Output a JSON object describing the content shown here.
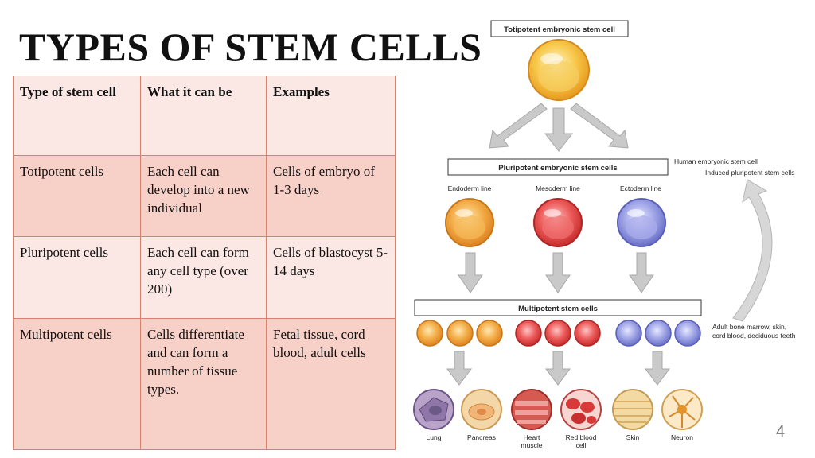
{
  "slide": {
    "title": "TYPES OF STEM CELLS",
    "number": "4"
  },
  "table": {
    "headers": [
      "Type of stem cell",
      "What it can be",
      "Examples"
    ],
    "rows": [
      [
        "Totipotent cells",
        "Each cell can develop into a new individual",
        "Cells of embryo of 1-3 days"
      ],
      [
        "Pluripotent cells",
        "Each cell can form any cell type (over 200)",
        "Cells of blastocyst 5-14 days"
      ],
      [
        "Multipotent cells",
        "Cells differentiate and can form a number of tissue types.",
        "Fetal tissue, cord blood, adult cells"
      ]
    ]
  },
  "diagram": {
    "totipotent_label": "Totipotent embryonic stem cell",
    "pluripotent_label": "Pluripotent embryonic stem cells",
    "multipotent_label": "Multipotent stem cells",
    "lines": [
      "Endoderm line",
      "Mesoderm line",
      "Ectoderm line"
    ],
    "side_notes": {
      "human_embryonic": "Human embryonic stem cell",
      "induced": "Induced pluripotent stem cells",
      "adult_line1": "Adult bone marrow, skin,",
      "adult_line2": "cord blood, deciduous teeth"
    },
    "tissues": [
      {
        "label": "Lung",
        "label2": ""
      },
      {
        "label": "Pancreas",
        "label2": ""
      },
      {
        "label": "Heart",
        "label2": "muscle"
      },
      {
        "label": "Red blood",
        "label2": "cell"
      },
      {
        "label": "Skin",
        "label2": ""
      },
      {
        "label": "Neuron",
        "label2": ""
      }
    ],
    "colors": {
      "totipotent": "#f2b53a",
      "endoderm": "#f0a43a",
      "mesoderm": "#e64545",
      "ectoderm": "#8c8fdc",
      "arrow": "#c9c9c9"
    }
  }
}
